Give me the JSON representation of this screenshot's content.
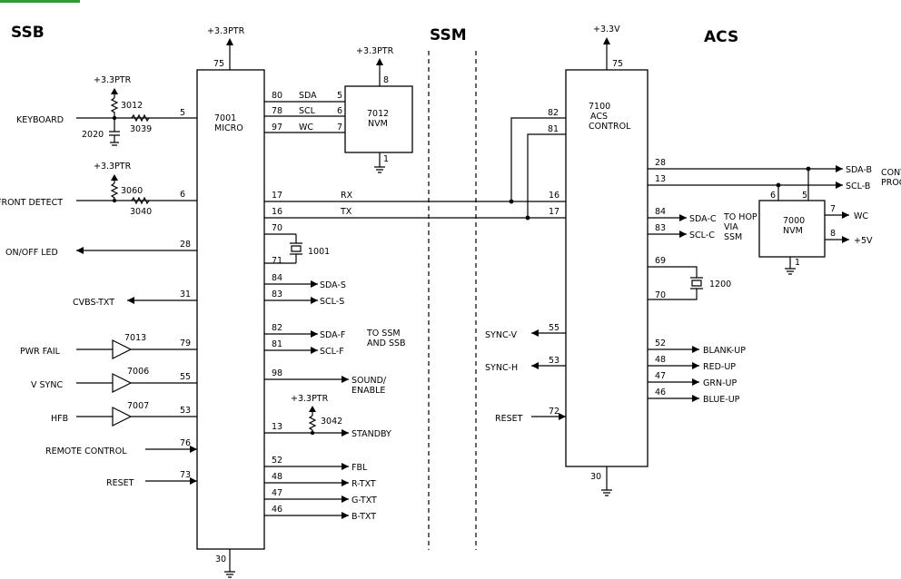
{
  "header_bar_color": "#2e9e2e",
  "sections": {
    "ssb": "SSB",
    "ssm": "SSM",
    "acs": "ACS"
  },
  "ssb_inputs": [
    {
      "label": "KEYBOARD",
      "pin": "5"
    },
    {
      "label": "FRONT DETECT",
      "pin": "6"
    },
    {
      "label": "ON/OFF LED",
      "pin": "28"
    },
    {
      "label": "CVBS-TXT",
      "pin": "31"
    },
    {
      "label": "PWR FAIL",
      "pin": "79"
    },
    {
      "label": "V SYNC",
      "pin": "55"
    },
    {
      "label": "HFB",
      "pin": "53"
    },
    {
      "label": "REMOTE CONTROL",
      "pin": "76"
    },
    {
      "label": "RESET",
      "pin": "73"
    }
  ],
  "buffers": [
    "7013",
    "7006",
    "7007"
  ],
  "ssb_components": {
    "r3012": "3012",
    "r3039": "3039",
    "c2020": "2020",
    "r3060": "3060",
    "r3040": "3040",
    "supply_a": "+3.3PTR",
    "supply_b": "+3.3PTR"
  },
  "micro": {
    "name": "7001",
    "role": "MICRO",
    "top_supply": "+3.3PTR",
    "top_pin": "75",
    "bottom_pin": "30"
  },
  "nvm_7012": {
    "name": "7012",
    "role": "NVM",
    "supply": "+3.3PTR",
    "top_pin": "8",
    "bottom_pin": "1",
    "pins_left": [
      "5",
      "6",
      "7"
    ],
    "signals": [
      {
        "micro_pin": "80",
        "label": "SDA"
      },
      {
        "micro_pin": "78",
        "label": "SCL"
      },
      {
        "micro_pin": "97",
        "label": "WC"
      }
    ]
  },
  "micro_right_signals": [
    {
      "pin": "84",
      "label": "SDA-S"
    },
    {
      "pin": "83",
      "label": "SCL-S"
    },
    {
      "pin": "82",
      "label": "SDA-F"
    },
    {
      "pin": "81",
      "label": "SCL-F"
    },
    {
      "pin": "98",
      "label": "SOUND/\nENABLE"
    },
    {
      "pin": "13",
      "label": "STANDBY"
    },
    {
      "pin": "52",
      "label": "FBL"
    },
    {
      "pin": "48",
      "label": "R-TXT"
    },
    {
      "pin": "47",
      "label": "G-TXT"
    },
    {
      "pin": "46",
      "label": "B-TXT"
    }
  ],
  "to_ssm_label": "TO SSM\nAND SSB",
  "crystal_micro": {
    "name": "1001",
    "pin_a": "70",
    "pin_b": "71"
  },
  "standby_resistor": {
    "name": "3042",
    "supply": "+3.3PTR"
  },
  "rxtx": [
    {
      "label": "RX",
      "micro_pin": "17",
      "acs_pin": "16"
    },
    {
      "label": "TX",
      "micro_pin": "16",
      "acs_pin": "17"
    }
  ],
  "acs": {
    "name": "7100",
    "role1": "ACS",
    "role2": "CONTROL",
    "supply": "+3.3V",
    "top_pin": "75",
    "bottom_pin": "30",
    "pin82": "82",
    "pin81": "81"
  },
  "acs_left_inputs": [
    {
      "label": "SYNC-V",
      "pin": "55"
    },
    {
      "label": "SYNC-H",
      "pin": "53"
    },
    {
      "label": "RESET",
      "pin": "72"
    }
  ],
  "acs_bus": [
    {
      "pin": "28",
      "label": "SDA-B"
    },
    {
      "pin": "13",
      "label": "SCL-B"
    }
  ],
  "conv_label": "CONV\nPROC",
  "acs_hop": [
    {
      "pin": "84",
      "label": "SDA-C"
    },
    {
      "pin": "83",
      "label": "SCL-C"
    }
  ],
  "to_hop_label": "TO HOP\nVIA\nSSM",
  "crystal_acs": {
    "name": "1200",
    "pin_a": "69",
    "pin_b": "70"
  },
  "acs_video": [
    {
      "pin": "52",
      "label": "BLANK-UP"
    },
    {
      "pin": "48",
      "label": "RED-UP"
    },
    {
      "pin": "47",
      "label": "GRN-UP"
    },
    {
      "pin": "46",
      "label": "BLUE-UP"
    }
  ],
  "nvm_7000": {
    "name": "7000",
    "role": "NVM",
    "pin6": "6",
    "pin5": "5",
    "pin7": "7",
    "pin8": "8",
    "pin1": "1",
    "wc": "WC",
    "supply": "+5V"
  }
}
